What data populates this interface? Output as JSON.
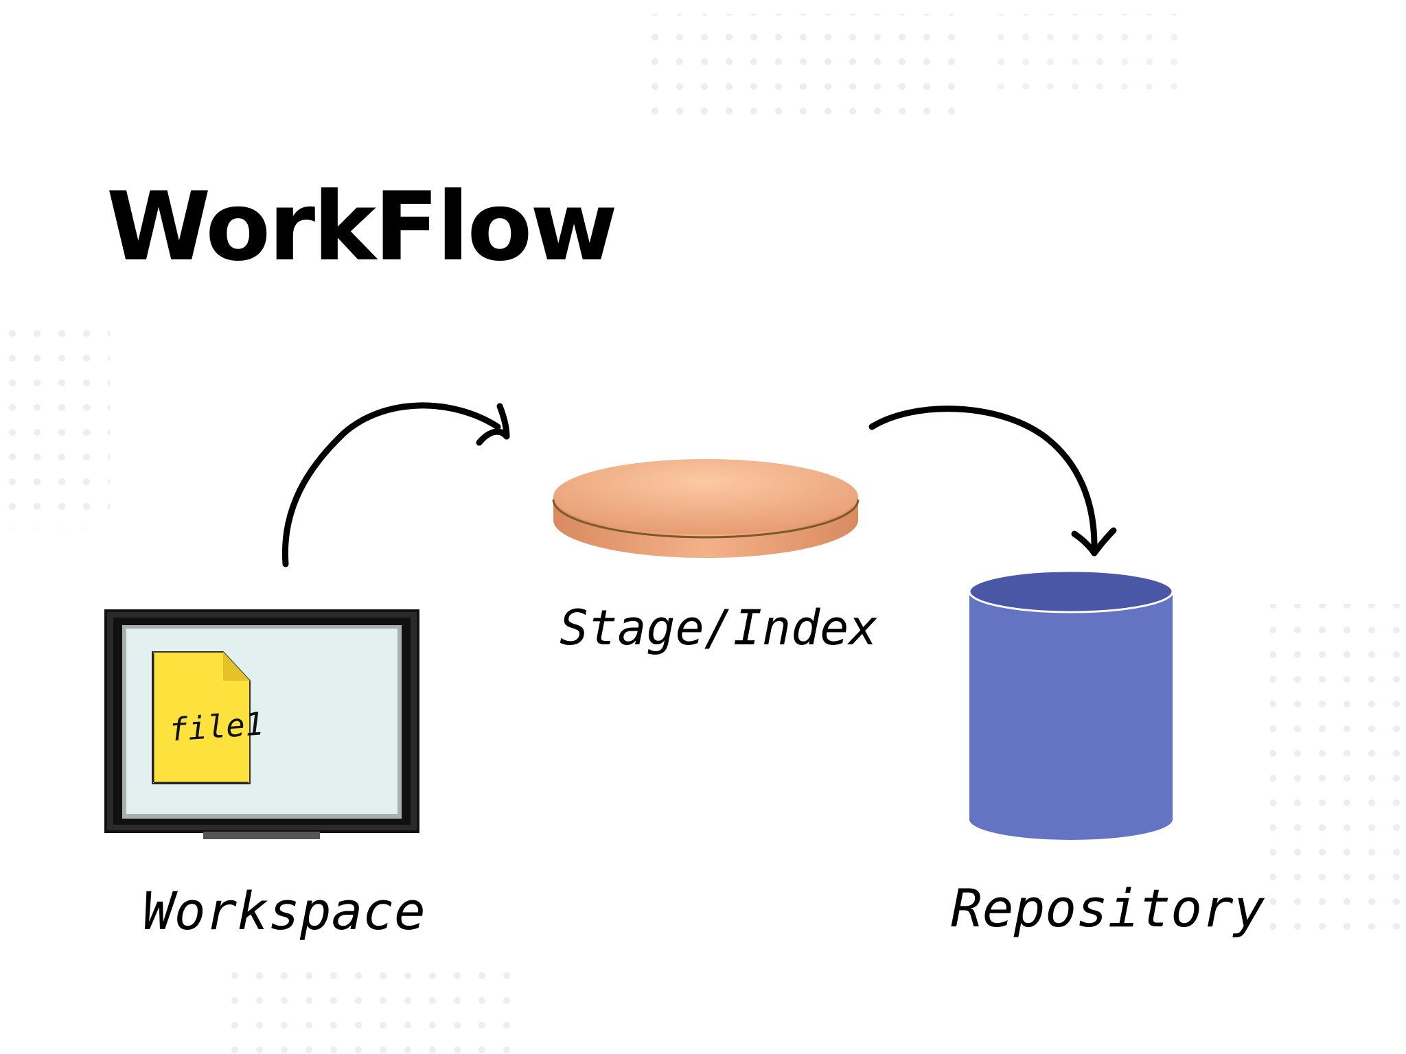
{
  "title": "WorkFlow",
  "nodes": {
    "workspace": {
      "label": "Workspace",
      "file_label": "file1"
    },
    "stage": {
      "label": "Stage/Index"
    },
    "repository": {
      "label": "Repository"
    }
  },
  "colors": {
    "background": "#ffffff",
    "dots": "#eaeaea",
    "stage_disc": "#f2ad84",
    "repository": "#6573c3",
    "repository_top": "#4a56a6",
    "monitor_frame": "#222222",
    "monitor_screen": "#e2f0f0",
    "file": "#fde13c"
  }
}
